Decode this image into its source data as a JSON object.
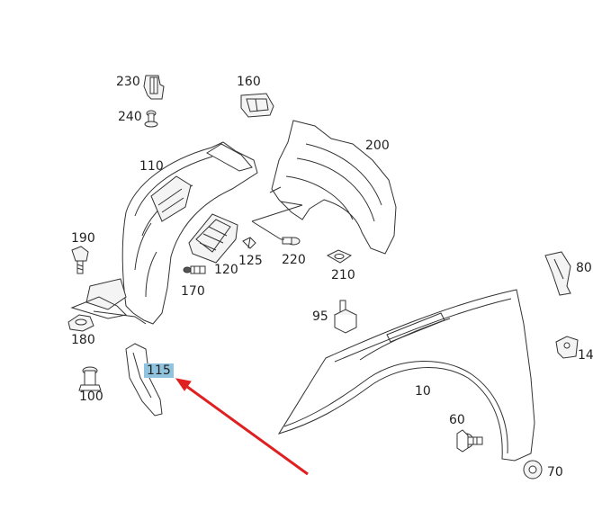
{
  "labels": {
    "p230": "230",
    "p240": "240",
    "p160": "160",
    "p110": "110",
    "p200": "200",
    "p190": "190",
    "p120": "120",
    "p125": "125",
    "p220": "220",
    "p210": "210",
    "p170": "170",
    "p80": "80",
    "p180": "180",
    "p95": "95",
    "p14": "14",
    "p115": "115",
    "p100": "100",
    "p10": "10",
    "p60": "60",
    "p70": "70"
  },
  "highlight_color": "#8fc3de",
  "arrow_color": "#e02020"
}
